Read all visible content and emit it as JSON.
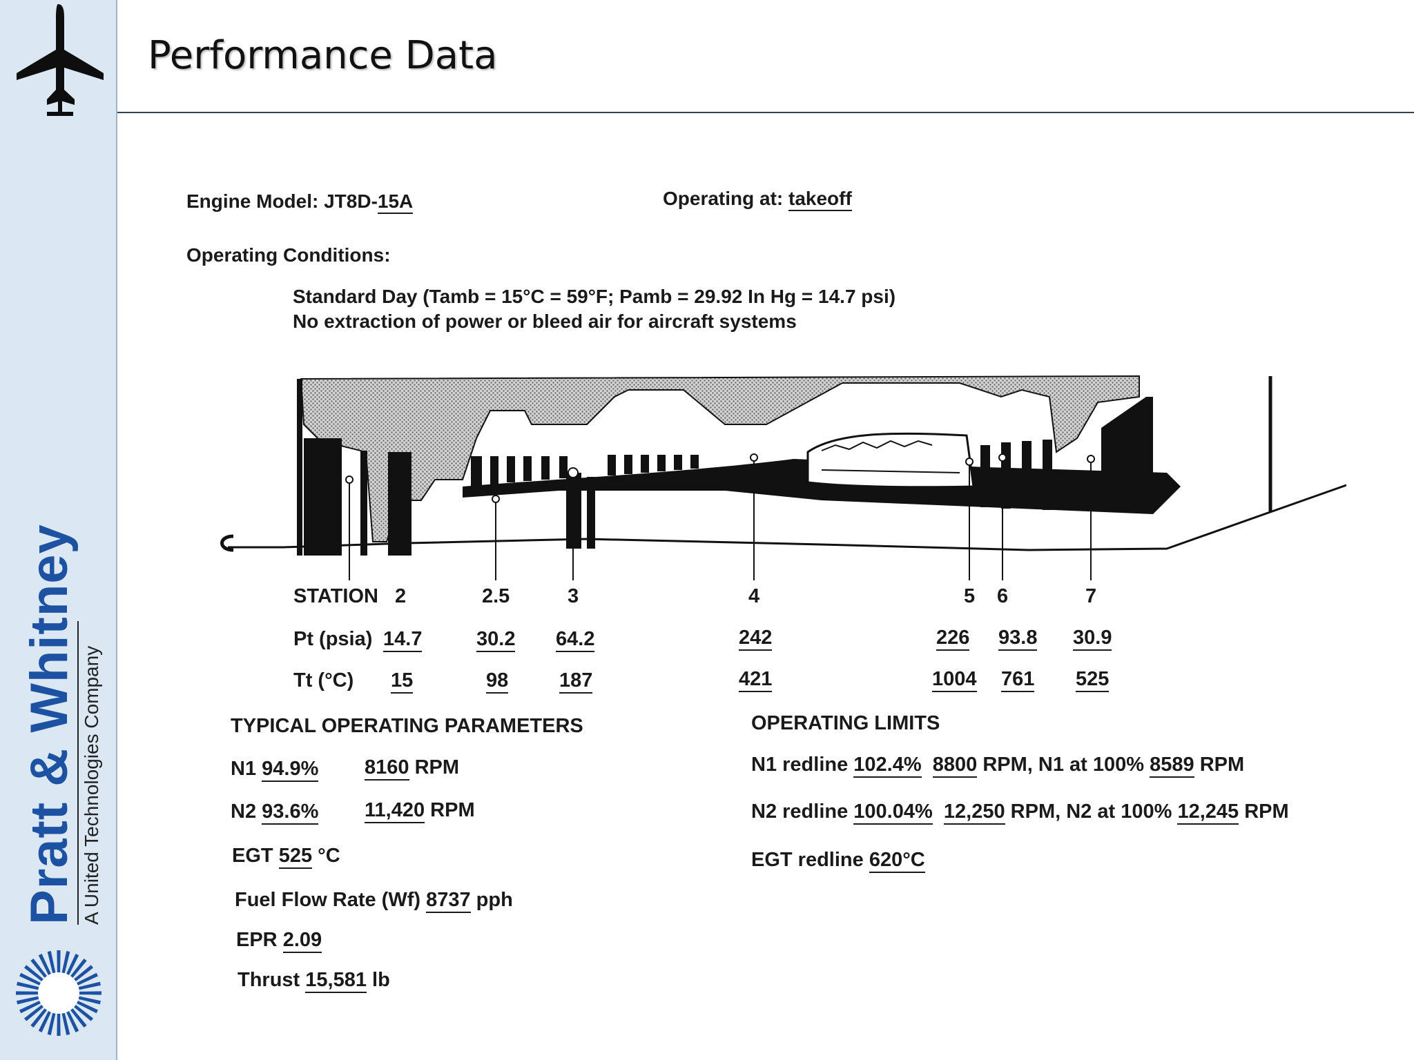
{
  "slide": {
    "title": "Performance Data"
  },
  "branding": {
    "company": "Pratt & Whitney",
    "tagline": "A United Technologies Company",
    "brand_color": "#1d52a2",
    "sidebar_color": "#dbe7f3",
    "icons": [
      "airplane-icon",
      "pw-sunburst-logo"
    ]
  },
  "engine": {
    "model_label": "Engine Model: JT8D-",
    "model_value": "15A",
    "operating_label": "Operating at: ",
    "operating_value": "takeoff"
  },
  "conditions": {
    "heading": "Operating Conditions:",
    "line1": "Standard Day (Tamb = 15°C = 59°F; Pamb = 29.92 In Hg = 14.7 psi)",
    "line2": "No extraction of power or bleed air for aircraft systems"
  },
  "stations": {
    "row_label": "STATION",
    "pt_label": "Pt (psia)",
    "tt_label": "Tt (°C)",
    "ids": [
      "2",
      "2.5",
      "3",
      "4",
      "5",
      "6",
      "7"
    ],
    "pt": [
      "14.7",
      "30.2",
      "64.2",
      "242",
      "226",
      "93.8",
      "30.9"
    ],
    "tt": [
      "15",
      "98",
      "187",
      "421",
      "1004",
      "761",
      "525"
    ]
  },
  "typical": {
    "heading": "TYPICAL OPERATING PARAMETERS",
    "n1_label": "N1",
    "n1_pct": "94.9%",
    "n1_rpm": "8160",
    "n1_unit": "RPM",
    "n2_label": "N2",
    "n2_pct": "93.6%",
    "n2_rpm": "11,420",
    "n2_unit": "RPM",
    "egt_label": "EGT",
    "egt_value": "525",
    "egt_unit": "°C",
    "fuel_label": "Fuel Flow Rate (Wf)",
    "fuel_value": "8737",
    "fuel_unit": "pph",
    "epr_label": "EPR",
    "epr_value": "2.09",
    "thrust_label": "Thrust",
    "thrust_value": "15,581",
    "thrust_unit": "lb"
  },
  "limits": {
    "heading": "OPERATING LIMITS",
    "n1_label": "N1 redline",
    "n1_pct": "102.4%",
    "n1_rpm": "8800",
    "n1_mid": "RPM, N1 at 100%",
    "n1_100": "8589",
    "n1_unit": "RPM",
    "n2_label": "N2 redline",
    "n2_pct": "100.04%",
    "n2_rpm": "12,250",
    "n2_mid": "RPM, N2 at 100%",
    "n2_100": "12,245",
    "n2_unit": "RPM",
    "egt_label": "EGT redline",
    "egt_value": "620°C"
  }
}
